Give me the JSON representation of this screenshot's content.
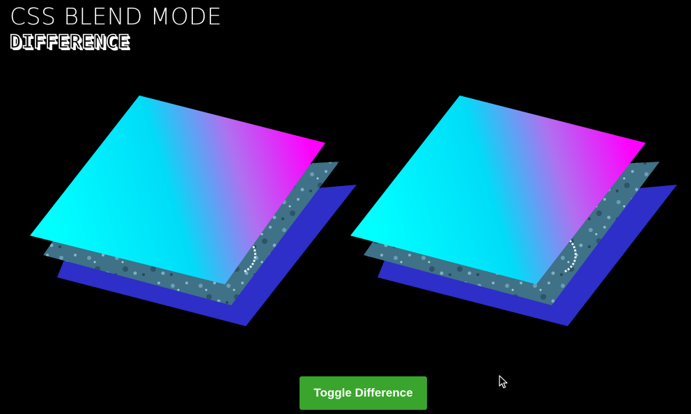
{
  "header": {
    "title": "CSS BLEND MODE",
    "subtitle": "DIFFERENCE"
  },
  "colors": {
    "background": "#000000",
    "base_layer": "#2e2ec8",
    "gradient_cyan": "#00ffff",
    "gradient_cyan_mid": "#00d8f8",
    "gradient_magenta": "#ff00ff",
    "button": "#3aa52d",
    "button_text": "#ffffff"
  },
  "stacks": [
    {
      "name": "stack-left",
      "layers": [
        "blue-base-layer",
        "water-photo-layer",
        "cyan-magenta-gradient-layer"
      ]
    },
    {
      "name": "stack-right",
      "layers": [
        "blue-base-layer",
        "water-photo-layer",
        "cyan-magenta-gradient-layer"
      ]
    }
  ],
  "controls": {
    "toggle_label": "Toggle Difference"
  },
  "icons": {
    "cursor": "mouse-pointer-icon"
  }
}
